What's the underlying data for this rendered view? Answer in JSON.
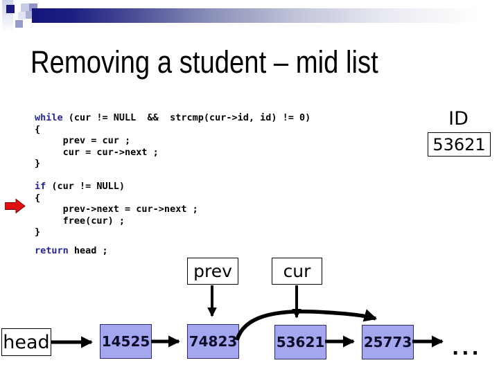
{
  "slide": {
    "title": "Removing a student – mid list"
  },
  "code": {
    "keywords": [
      "while",
      "if",
      "return"
    ],
    "blocks": [
      {
        "lines": [
          "while (cur != NULL  &&  strcmp(cur->id, id) != 0)",
          "{",
          "     prev = cur ;",
          "     cur = cur->next ;",
          "}"
        ]
      },
      {
        "lines": [
          "if (cur != NULL)",
          "{",
          "     prev->next = cur->next ;",
          "     free(cur) ;",
          "}"
        ]
      },
      {
        "lines": [
          "return head ;"
        ]
      }
    ]
  },
  "id_panel": {
    "label": "ID",
    "value": "53621"
  },
  "pointers": {
    "prev": "prev",
    "cur": "cur"
  },
  "list": {
    "head": "head",
    "nodes": [
      "14525",
      "74823",
      "53621",
      "25773"
    ],
    "ellipsis": "..."
  },
  "icons": {
    "current_line_arrow": "red-right-arrow"
  },
  "colors": {
    "keyword_blue": "#24249c",
    "node_fill": "#a5a7ee",
    "arrow_red": "#e01010",
    "bar_navy": "#14147a"
  }
}
